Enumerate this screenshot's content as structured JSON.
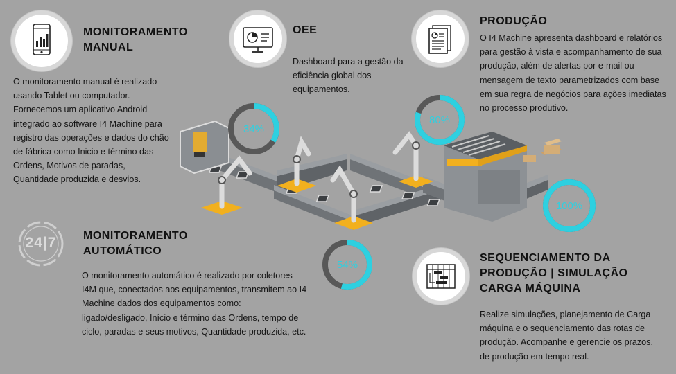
{
  "sections": {
    "manual": {
      "title": "MONITORAMENTO\nMANUAL",
      "text": "O monitoramento manual é realizado usando Tablet ou computador. Fornecemos um aplicativo Android integrado ao software I4 Machine para registro das operações e dados do chão de fábrica como Inicio e término das Ordens, Motivos de paradas, Quantidade produzida e desvios."
    },
    "oee": {
      "title": "OEE",
      "text": "Dashboard para a gestão da eficiência global dos equipamentos."
    },
    "producao": {
      "title": "PRODUÇÃO",
      "text": "O I4 Machine apresenta dashboard e relatórios para gestão à vista e acompanhamento de sua produção, além de alertas por e-mail ou mensagem de texto parametrizados com base em sua regra de negócios para ações imediatas no processo produtivo."
    },
    "automatico": {
      "title": "MONITORAMENTO\nAUTOMÁTICO",
      "text": "O monitoramento automático é realizado por coletores I4M que, conectados aos equipamentos, transmitem ao I4 Machine dados dos equipamentos como: ligado/desligado, Início e término das Ordens, tempo de ciclo, paradas e seus motivos, Quantidade produzida, etc."
    },
    "sequenciamento": {
      "title": "SEQUENCIAMENTO DA\nPRODUÇÃO | SIMULAÇÃO\nCARGA MÁQUINA",
      "text": "Realize simulações, planejamento de Carga máquina e o sequenciamento das rotas de produção. Acompanhe e gerencie os prazos. de produção em tempo real."
    }
  },
  "badge_247": "24|7",
  "icons": {
    "manual": "tablet-chart-icon",
    "oee": "monitor-chart-icon",
    "producao": "report-document-icon",
    "automatico": "clock-24-7-icon",
    "sequenciamento": "schedule-chart-icon"
  },
  "gauges": [
    {
      "label": "34%",
      "value": 34
    },
    {
      "label": "80%",
      "value": 80
    },
    {
      "label": "100%",
      "value": 100
    },
    {
      "label": "54%",
      "value": 54
    }
  ],
  "colors": {
    "gauge_fill": "#2ed0e0",
    "gauge_track": "#585858",
    "background": "#a3a3a3",
    "accent_yellow": "#f2b01e",
    "conveyor": "#6f7377"
  }
}
